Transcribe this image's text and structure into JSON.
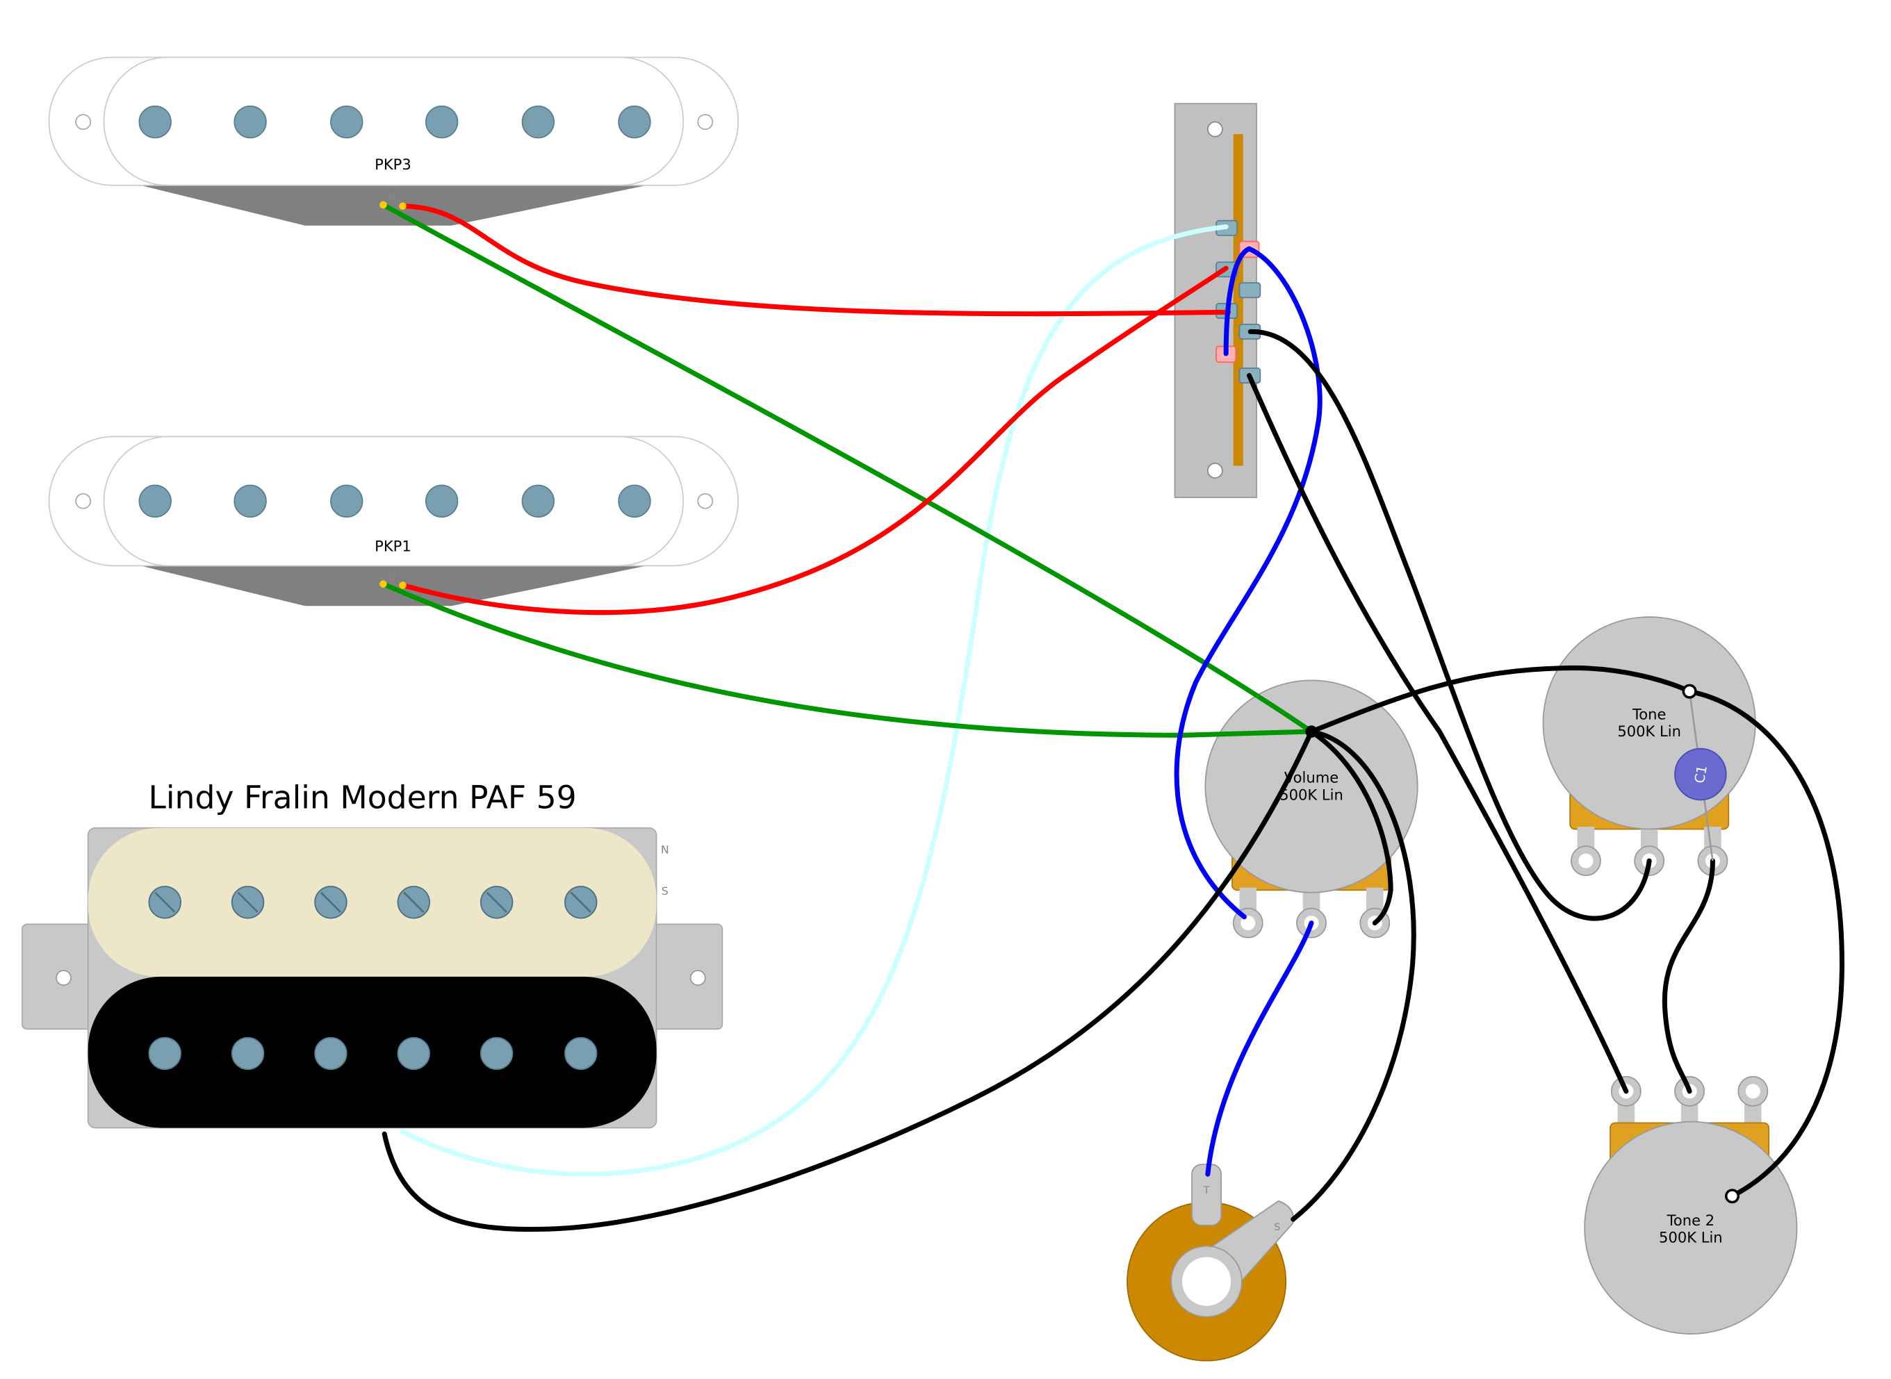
{
  "diagram": {
    "pickups": {
      "pkp3": {
        "label": "PKP3",
        "terminal": "N"
      },
      "pkp1": {
        "label": "PKP1",
        "terminal": "N"
      },
      "humbucker": {
        "title": "Lindy Fralin Modern PAF 59",
        "coil_n": "N",
        "coil_s": "S"
      }
    },
    "pots": {
      "volume": {
        "name": "Volume",
        "value": "500K Lin"
      },
      "tone": {
        "name": "Tone",
        "value": "500K Lin"
      },
      "tone2": {
        "name": "Tone 2",
        "value": "500K Lin"
      }
    },
    "capacitor": {
      "label": "C1"
    },
    "jack": {
      "tip": "T",
      "sleeve": "S"
    },
    "colors": {
      "red": "#ff0000",
      "green": "#009600",
      "blue": "#0000ff",
      "black": "#000000",
      "light_blue": "#ccffff",
      "pole": "#7a9fb0",
      "pot_body": "#c8c8c8",
      "pot_base": "#e0a020",
      "jack_ring": "#cc8800",
      "switch_plate": "#c0c0c0",
      "cream": "#ede6c8"
    }
  }
}
